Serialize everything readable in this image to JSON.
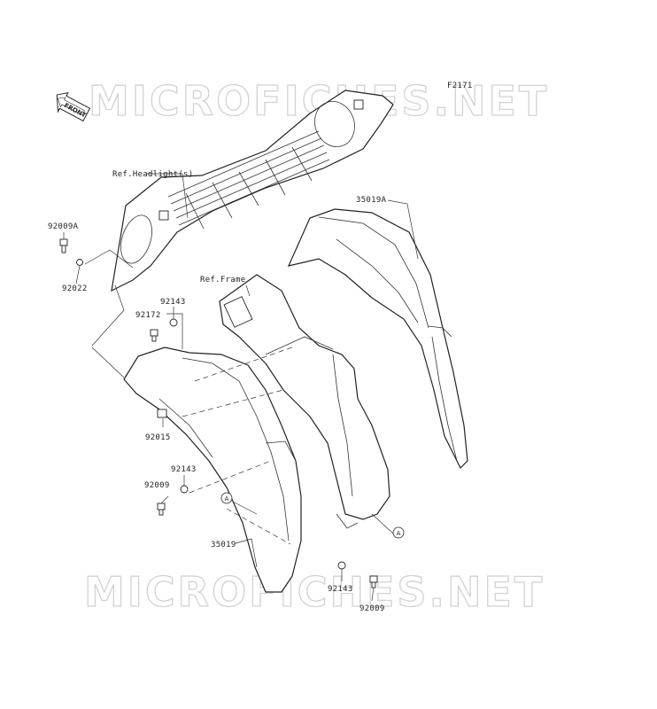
{
  "figure_code": "F2171",
  "watermark_text": "MICROFICHES.NET",
  "front_arrow_text": "FRONT",
  "refs": {
    "headlight": "Ref.Headlight(s)",
    "frame": "Ref.Frame"
  },
  "callouts": {
    "c1": "35019A",
    "c2": "92009A",
    "c3": "92022",
    "c4": "92143",
    "c5": "92172",
    "c6": "92015",
    "c7": "92143",
    "c8": "92009",
    "c9": "35019",
    "c10": "92143",
    "c11": "92009"
  },
  "markers": {
    "left": "A",
    "right": "A"
  }
}
